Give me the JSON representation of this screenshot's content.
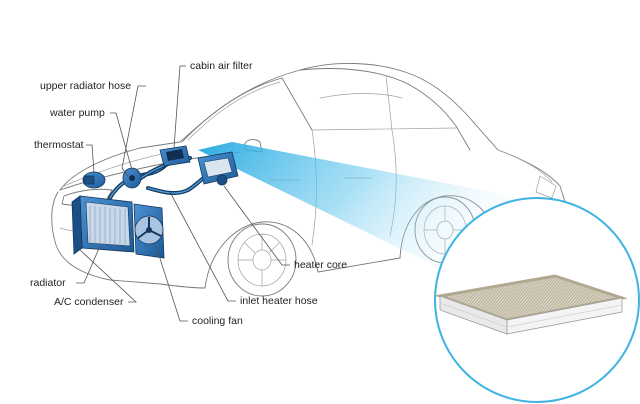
{
  "labels": {
    "cabin_air_filter": "cabin air filter",
    "upper_radiator_hose": "upper radiator hose",
    "water_pump": "water pump",
    "thermostat": "thermostat",
    "heater_core": "heater core",
    "radiator": "radiator",
    "ac_condenser": "A/C condenser",
    "inlet_heater_hose": "inlet heater hose",
    "cooling_fan": "cooling fan"
  },
  "colors": {
    "part_blue": "#2a6fb0",
    "part_dark": "#14375e",
    "beam_cyan": "#29b6e8",
    "callout_ring": "#3fb3e3",
    "car_outline": "#7a7a7a",
    "label_text": "#222222"
  }
}
